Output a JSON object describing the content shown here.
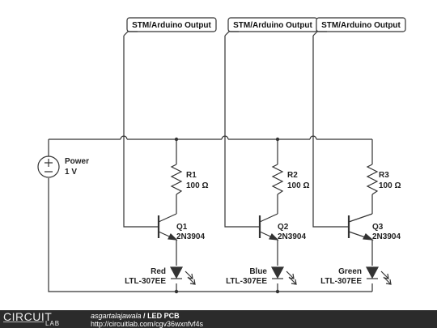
{
  "output_label": "STM/Arduino Output",
  "power": {
    "name": "Power",
    "value": "1 V"
  },
  "resistors": [
    {
      "name": "R1",
      "value": "100 Ω"
    },
    {
      "name": "R2",
      "value": "100 Ω"
    },
    {
      "name": "R3",
      "value": "100 Ω"
    }
  ],
  "transistors": [
    {
      "name": "Q1",
      "part": "2N3904"
    },
    {
      "name": "Q2",
      "part": "2N3904"
    },
    {
      "name": "Q3",
      "part": "2N3904"
    }
  ],
  "leds": [
    {
      "name": "Red",
      "part": "LTL-307EE"
    },
    {
      "name": "Blue",
      "part": "LTL-307EE"
    },
    {
      "name": "Green",
      "part": "LTL-307EE"
    }
  ],
  "footer": {
    "logo_circuit": "CIRCUIT",
    "logo_lab": "LAB",
    "author": "asgartalajawala",
    "separator": " / ",
    "title": "LED PCB",
    "url": "http://circuitlab.com/cgv36wxnfvf4s"
  },
  "colors": {
    "wire": "#333333",
    "footer_bg": "#2b2b2b"
  }
}
